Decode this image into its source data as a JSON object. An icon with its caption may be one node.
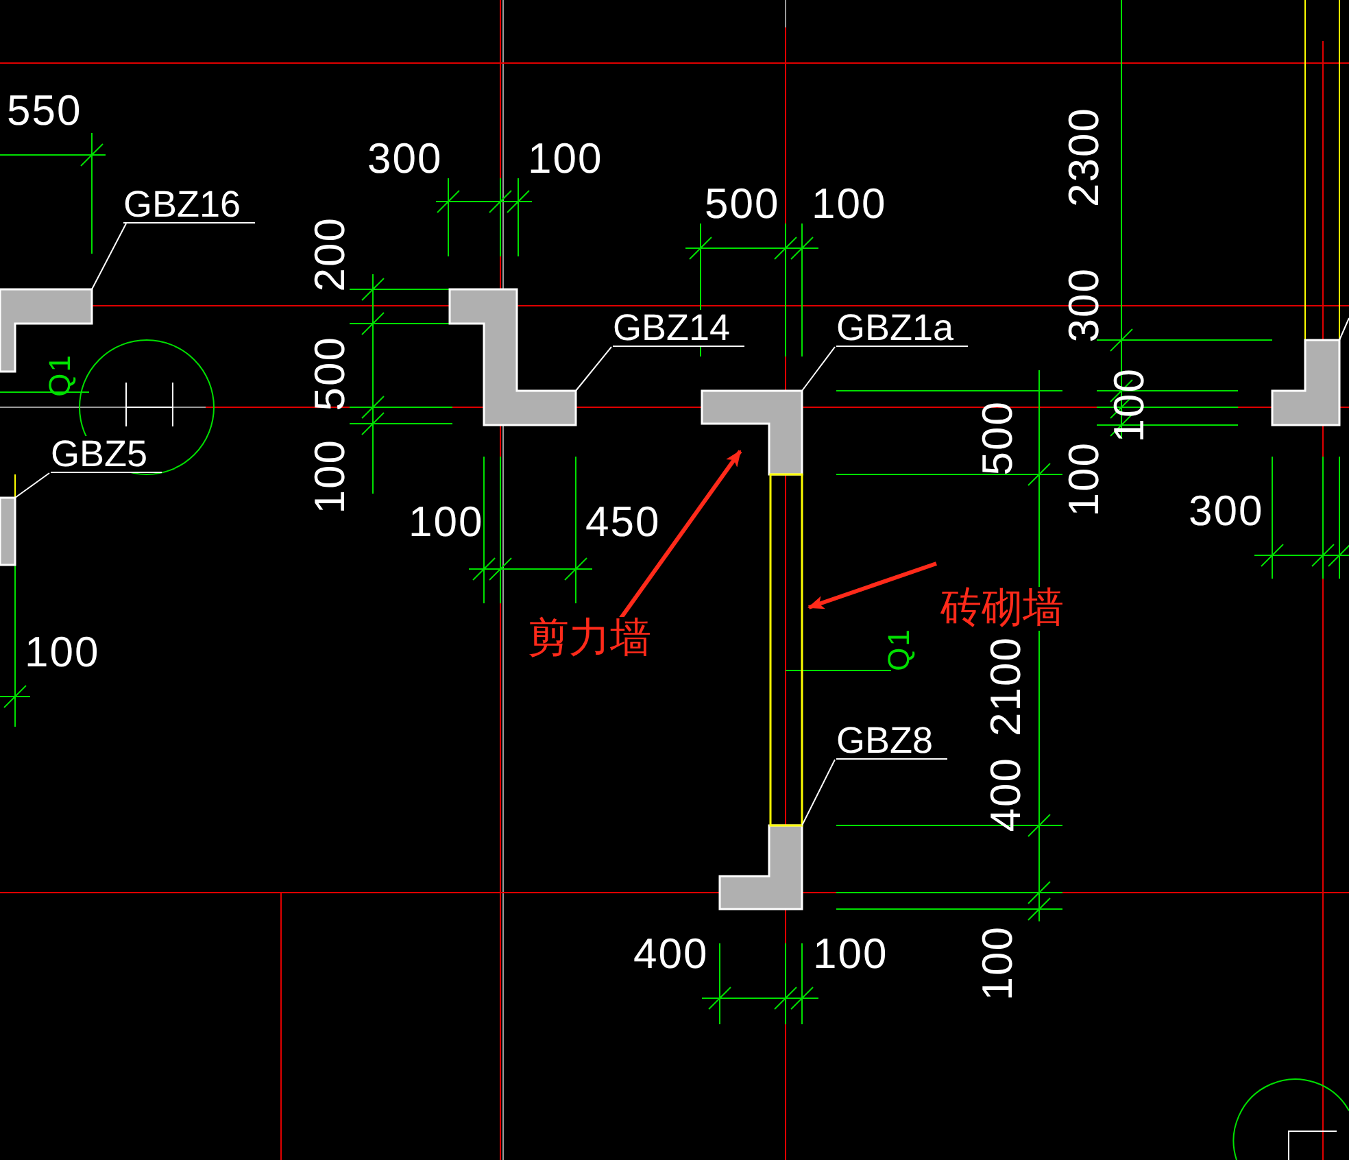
{
  "diagram": {
    "nodes": [
      {
        "text": [
          "GBZ16"
        ]
      },
      {
        "text": [],
        "shape": "box"
      },
      {
        "text": [
          "GBZ5"
        ]
      },
      {
        "text": [],
        "shape": "box"
      },
      {
        "text": [
          "GBZ14"
        ]
      },
      {
        "text": [],
        "shape": "box"
      },
      {
        "text": [
          "GBZ1a"
        ]
      },
      {
        "text": [],
        "shape": "box"
      },
      {
        "text": [
          "GBZ8"
        ]
      },
      {
        "text": [],
        "shape": "box"
      },
      {
        "text": [
          "剪力墙"
        ]
      },
      {
        "text": [
          "砖砌墙"
        ]
      },
      {
        "text": [],
        "shape": "bar"
      },
      {
        "text": [],
        "shape": "box"
      }
    ],
    "edges": [
      {
        "from": 0,
        "to": 1,
        "arrow": "none"
      },
      {
        "from": 2,
        "to": 3,
        "arrow": "none"
      },
      {
        "from": 4,
        "to": 5,
        "arrow": "none"
      },
      {
        "from": 6,
        "to": 7,
        "arrow": "none"
      },
      {
        "from": 8,
        "to": 9,
        "arrow": "none"
      },
      {
        "from": 10,
        "to": 7,
        "arrow": "to",
        "style": "thick",
        "color": "#ff2a1a"
      },
      {
        "from": 11,
        "to": 12,
        "arrow": "to",
        "style": "thick",
        "color": "#ff2a1a"
      },
      {
        "from": null,
        "to": 13,
        "arrow": "none"
      }
    ],
    "labels": [
      "550",
      "2300",
      "300",
      "100",
      "500",
      "100",
      "200",
      "300",
      "Q1",
      "500",
      "100",
      "500",
      "100",
      "100",
      "300",
      "100",
      "450",
      "100",
      "Q1",
      "2100",
      "400",
      "400",
      "100",
      "100"
    ]
  }
}
